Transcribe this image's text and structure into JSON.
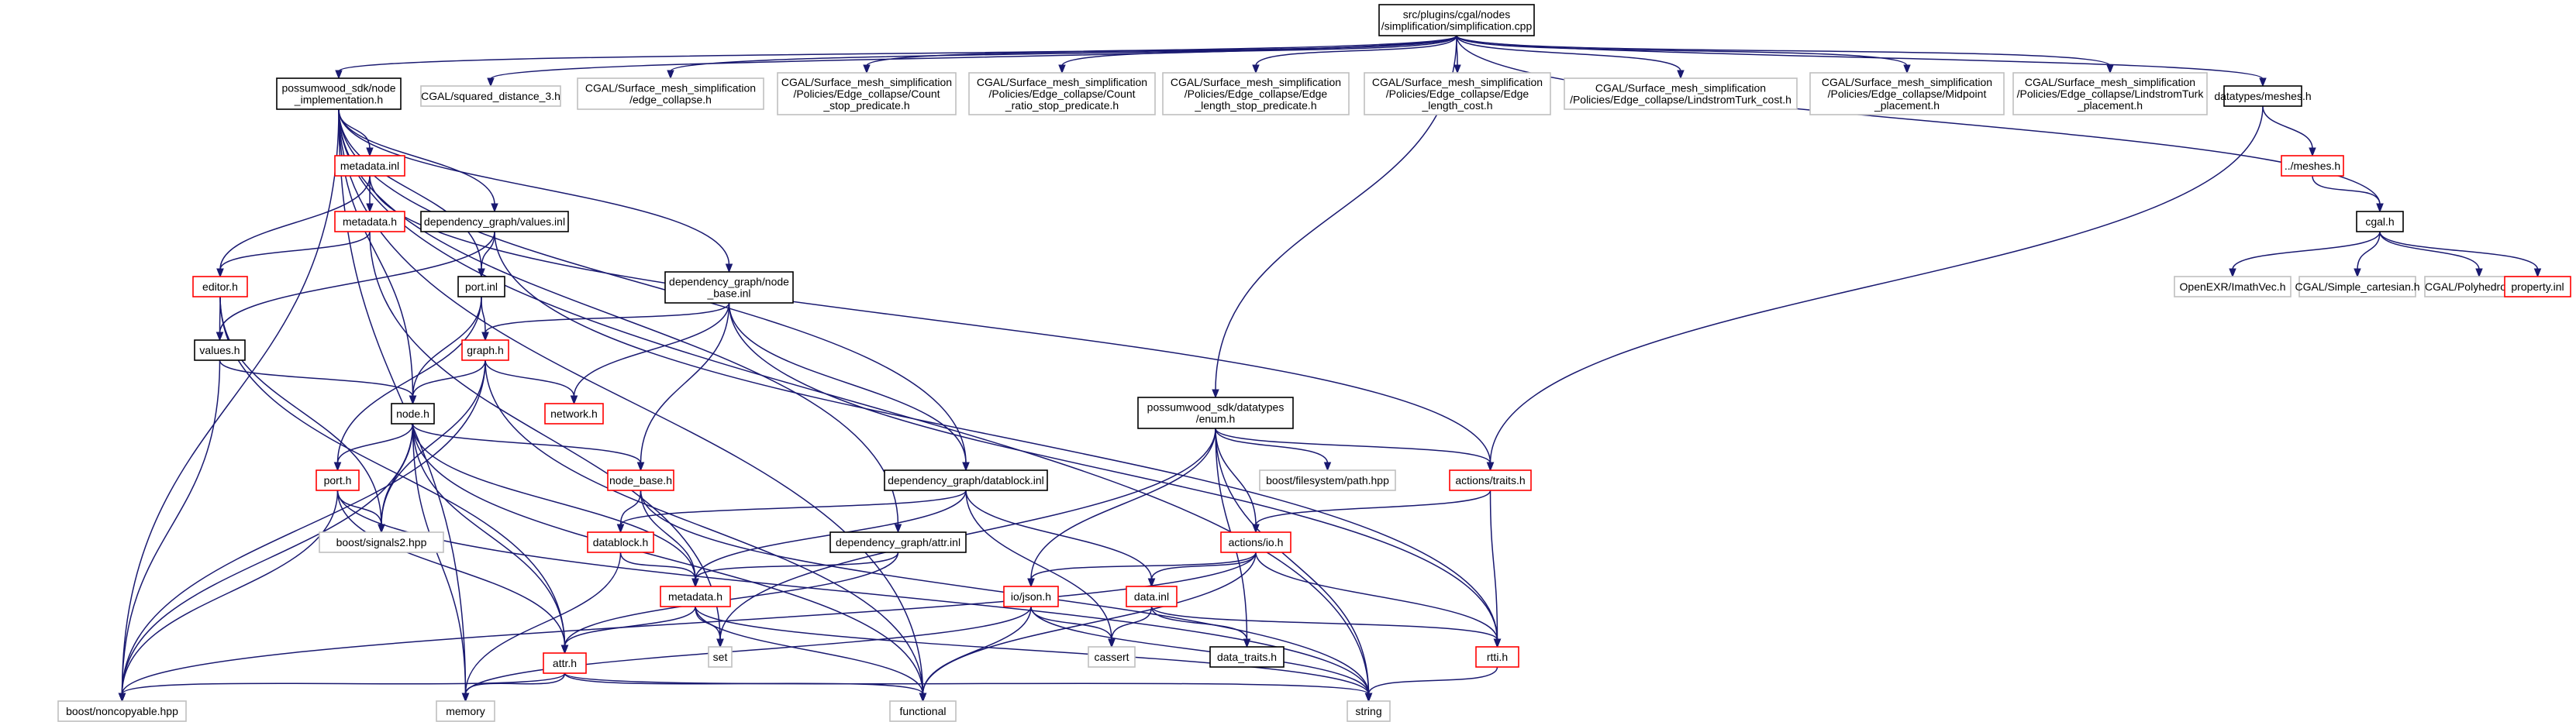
{
  "colors": {
    "edge": "#191970",
    "border_documented": "#000000",
    "border_incomplete": "#ff0000",
    "border_external": "#bfbfbf",
    "fill_root": "#bfbfbf",
    "fill_default": "#ffffff"
  },
  "nodes": [
    {
      "id": "root",
      "label": [
        "src/plugins/cgal/nodes",
        "/simplification/simplification.cpp"
      ],
      "kind": "root"
    },
    {
      "id": "impl",
      "label": [
        "possumwood_sdk/node",
        "_implementation.h"
      ],
      "kind": "documented"
    },
    {
      "id": "sqdist",
      "label": [
        "CGAL/squared_distance_3.h"
      ],
      "kind": "external"
    },
    {
      "id": "edgecollapse",
      "label": [
        "CGAL/Surface_mesh_simplification",
        "/edge_collapse.h"
      ],
      "kind": "external"
    },
    {
      "id": "countstop",
      "label": [
        "CGAL/Surface_mesh_simplification",
        "/Policies/Edge_collapse/Count",
        "_stop_predicate.h"
      ],
      "kind": "external"
    },
    {
      "id": "countratio",
      "label": [
        "CGAL/Surface_mesh_simplification",
        "/Policies/Edge_collapse/Count",
        "_ratio_stop_predicate.h"
      ],
      "kind": "external"
    },
    {
      "id": "lenstop",
      "label": [
        "CGAL/Surface_mesh_simplification",
        "/Policies/Edge_collapse/Edge",
        "_length_stop_predicate.h"
      ],
      "kind": "external"
    },
    {
      "id": "lencost",
      "label": [
        "CGAL/Surface_mesh_simplification",
        "/Policies/Edge_collapse/Edge",
        "_length_cost.h"
      ],
      "kind": "external"
    },
    {
      "id": "lindcost",
      "label": [
        "CGAL/Surface_mesh_simplification",
        "/Policies/Edge_collapse/LindstromTurk_cost.h"
      ],
      "kind": "external"
    },
    {
      "id": "midpoint",
      "label": [
        "CGAL/Surface_mesh_simplification",
        "/Policies/Edge_collapse/Midpoint",
        "_placement.h"
      ],
      "kind": "external"
    },
    {
      "id": "lindplace",
      "label": [
        "CGAL/Surface_mesh_simplification",
        "/Policies/Edge_collapse/LindstromTurk",
        "_placement.h"
      ],
      "kind": "external"
    },
    {
      "id": "dtmeshes",
      "label": [
        "datatypes/meshes.h"
      ],
      "kind": "documented"
    },
    {
      "id": "metainl",
      "label": [
        "metadata.inl"
      ],
      "kind": "incomplete"
    },
    {
      "id": "meshes",
      "label": [
        "../meshes.h"
      ],
      "kind": "incomplete"
    },
    {
      "id": "cgalh",
      "label": [
        "cgal.h"
      ],
      "kind": "documented"
    },
    {
      "id": "metah1",
      "label": [
        "metadata.h"
      ],
      "kind": "incomplete"
    },
    {
      "id": "valinl",
      "label": [
        "dependency_graph/values.inl"
      ],
      "kind": "documented"
    },
    {
      "id": "openexr",
      "label": [
        "OpenEXR/ImathVec.h"
      ],
      "kind": "external"
    },
    {
      "id": "simplecart",
      "label": [
        "CGAL/Simple_cartesian.h"
      ],
      "kind": "external"
    },
    {
      "id": "polyhedron",
      "label": [
        "CGAL/Polyhedron_3.h"
      ],
      "kind": "external"
    },
    {
      "id": "propinl",
      "label": [
        "property.inl"
      ],
      "kind": "incomplete"
    },
    {
      "id": "editorh",
      "label": [
        "editor.h"
      ],
      "kind": "incomplete"
    },
    {
      "id": "portinl",
      "label": [
        "port.inl"
      ],
      "kind": "documented"
    },
    {
      "id": "nodebaseinl",
      "label": [
        "dependency_graph/node",
        "_base.inl"
      ],
      "kind": "documented"
    },
    {
      "id": "valuesh",
      "label": [
        "values.h"
      ],
      "kind": "documented"
    },
    {
      "id": "graphh",
      "label": [
        "graph.h"
      ],
      "kind": "incomplete"
    },
    {
      "id": "networkh",
      "label": [
        "network.h"
      ],
      "kind": "incomplete"
    },
    {
      "id": "enumh",
      "label": [
        "possumwood_sdk/datatypes",
        "/enum.h"
      ],
      "kind": "documented"
    },
    {
      "id": "nodeh",
      "label": [
        "node.h"
      ],
      "kind": "documented"
    },
    {
      "id": "porth",
      "label": [
        "port.h"
      ],
      "kind": "incomplete"
    },
    {
      "id": "nodebaseh",
      "label": [
        "node_base.h"
      ],
      "kind": "incomplete"
    },
    {
      "id": "dbinl",
      "label": [
        "dependency_graph/datablock.inl"
      ],
      "kind": "documented"
    },
    {
      "id": "fspath",
      "label": [
        "boost/filesystem/path.hpp"
      ],
      "kind": "external"
    },
    {
      "id": "traitsh",
      "label": [
        "actions/traits.h"
      ],
      "kind": "incomplete"
    },
    {
      "id": "signals2",
      "label": [
        "boost/signals2.hpp"
      ],
      "kind": "external"
    },
    {
      "id": "datablockh",
      "label": [
        "datablock.h"
      ],
      "kind": "incomplete"
    },
    {
      "id": "attrinl",
      "label": [
        "dependency_graph/attr.inl"
      ],
      "kind": "documented"
    },
    {
      "id": "ioh",
      "label": [
        "actions/io.h"
      ],
      "kind": "incomplete"
    },
    {
      "id": "metah2",
      "label": [
        "metadata.h"
      ],
      "kind": "incomplete"
    },
    {
      "id": "jsonh",
      "label": [
        "io/json.h"
      ],
      "kind": "incomplete"
    },
    {
      "id": "datainl",
      "label": [
        "data.inl"
      ],
      "kind": "incomplete"
    },
    {
      "id": "seth",
      "label": [
        "set"
      ],
      "kind": "external"
    },
    {
      "id": "cassert",
      "label": [
        "cassert"
      ],
      "kind": "external"
    },
    {
      "id": "datatraits",
      "label": [
        "data_traits.h"
      ],
      "kind": "documented"
    },
    {
      "id": "rttih",
      "label": [
        "rtti.h"
      ],
      "kind": "incomplete"
    },
    {
      "id": "attrh",
      "label": [
        "attr.h"
      ],
      "kind": "incomplete"
    },
    {
      "id": "noncopy",
      "label": [
        "boost/noncopyable.hpp"
      ],
      "kind": "external"
    },
    {
      "id": "memory",
      "label": [
        "memory"
      ],
      "kind": "external"
    },
    {
      "id": "functional",
      "label": [
        "functional"
      ],
      "kind": "external"
    },
    {
      "id": "string",
      "label": [
        "string"
      ],
      "kind": "external"
    }
  ],
  "edges": [
    [
      "root",
      "impl"
    ],
    [
      "root",
      "sqdist"
    ],
    [
      "root",
      "edgecollapse"
    ],
    [
      "root",
      "countstop"
    ],
    [
      "root",
      "countratio"
    ],
    [
      "root",
      "lenstop"
    ],
    [
      "root",
      "lencost"
    ],
    [
      "root",
      "lindcost"
    ],
    [
      "root",
      "midpoint"
    ],
    [
      "root",
      "lindplace"
    ],
    [
      "root",
      "dtmeshes"
    ],
    [
      "root",
      "enumh"
    ],
    [
      "root",
      "cgalh"
    ],
    [
      "impl",
      "metainl"
    ],
    [
      "impl",
      "valinl"
    ],
    [
      "impl",
      "portinl"
    ],
    [
      "impl",
      "nodebaseinl"
    ],
    [
      "impl",
      "nodeh"
    ],
    [
      "impl",
      "dbinl"
    ],
    [
      "impl",
      "attrinl"
    ],
    [
      "impl",
      "noncopy"
    ],
    [
      "impl",
      "memory"
    ],
    [
      "impl",
      "functional"
    ],
    [
      "impl",
      "string"
    ],
    [
      "metainl",
      "metah1"
    ],
    [
      "metainl",
      "editorh"
    ],
    [
      "metainl",
      "traitsh"
    ],
    [
      "metah1",
      "editorh"
    ],
    [
      "metah1",
      "seth"
    ],
    [
      "valinl",
      "portinl"
    ],
    [
      "valinl",
      "valuesh"
    ],
    [
      "valinl",
      "rttih"
    ],
    [
      "editorh",
      "valuesh"
    ],
    [
      "editorh",
      "attrh"
    ],
    [
      "editorh",
      "signals2"
    ],
    [
      "valuesh",
      "nodeh"
    ],
    [
      "valuesh",
      "noncopy"
    ],
    [
      "portinl",
      "graphh"
    ],
    [
      "portinl",
      "nodeh"
    ],
    [
      "portinl",
      "porth"
    ],
    [
      "nodebaseinl",
      "graphh"
    ],
    [
      "nodebaseinl",
      "networkh"
    ],
    [
      "nodebaseinl",
      "nodebaseh"
    ],
    [
      "nodebaseinl",
      "dbinl"
    ],
    [
      "nodebaseinl",
      "rttih"
    ],
    [
      "graphh",
      "nodeh"
    ],
    [
      "graphh",
      "networkh"
    ],
    [
      "graphh",
      "signals2"
    ],
    [
      "graphh",
      "noncopy"
    ],
    [
      "graphh",
      "functional"
    ],
    [
      "nodeh",
      "porth"
    ],
    [
      "nodeh",
      "nodebaseh"
    ],
    [
      "nodeh",
      "signals2"
    ],
    [
      "nodeh",
      "metah2"
    ],
    [
      "nodeh",
      "attrh"
    ],
    [
      "nodeh",
      "noncopy"
    ],
    [
      "nodeh",
      "memory"
    ],
    [
      "nodeh",
      "functional"
    ],
    [
      "porth",
      "signals2"
    ],
    [
      "porth",
      "attrh"
    ],
    [
      "porth",
      "noncopy"
    ],
    [
      "porth",
      "string"
    ],
    [
      "nodebaseh",
      "datablockh"
    ],
    [
      "nodebaseh",
      "metah2"
    ],
    [
      "nodebaseh",
      "string"
    ],
    [
      "dbinl",
      "datablockh"
    ],
    [
      "dbinl",
      "metah2"
    ],
    [
      "dbinl",
      "datainl"
    ],
    [
      "dbinl",
      "cassert"
    ],
    [
      "datablockh",
      "metah2"
    ],
    [
      "datablockh",
      "memory"
    ],
    [
      "attrinl",
      "metah2"
    ],
    [
      "attrinl",
      "attrh"
    ],
    [
      "dtmeshes",
      "meshes"
    ],
    [
      "dtmeshes",
      "traitsh"
    ],
    [
      "meshes",
      "cgalh"
    ],
    [
      "cgalh",
      "openexr"
    ],
    [
      "cgalh",
      "simplecart"
    ],
    [
      "cgalh",
      "polyhedron"
    ],
    [
      "cgalh",
      "propinl"
    ],
    [
      "enumh",
      "fspath"
    ],
    [
      "enumh",
      "traitsh"
    ],
    [
      "enumh",
      "ioh"
    ],
    [
      "enumh",
      "jsonh"
    ],
    [
      "enumh",
      "datatraits"
    ],
    [
      "enumh",
      "seth"
    ],
    [
      "enumh",
      "string"
    ],
    [
      "traitsh",
      "ioh"
    ],
    [
      "traitsh",
      "rttih"
    ],
    [
      "ioh",
      "jsonh"
    ],
    [
      "ioh",
      "datainl"
    ],
    [
      "ioh",
      "rttih"
    ],
    [
      "ioh",
      "noncopy"
    ],
    [
      "ioh",
      "functional"
    ],
    [
      "metah2",
      "attrh"
    ],
    [
      "metah2",
      "seth"
    ],
    [
      "metah2",
      "functional"
    ],
    [
      "metah2",
      "string"
    ],
    [
      "jsonh",
      "cassert"
    ],
    [
      "jsonh",
      "functional"
    ],
    [
      "jsonh",
      "memory"
    ],
    [
      "jsonh",
      "string"
    ],
    [
      "datainl",
      "cassert"
    ],
    [
      "datainl",
      "datatraits"
    ],
    [
      "datainl",
      "rttih"
    ],
    [
      "rttih",
      "string"
    ],
    [
      "attrh",
      "noncopy"
    ],
    [
      "attrh",
      "memory"
    ],
    [
      "attrh",
      "functional"
    ],
    [
      "attrh",
      "string"
    ]
  ]
}
